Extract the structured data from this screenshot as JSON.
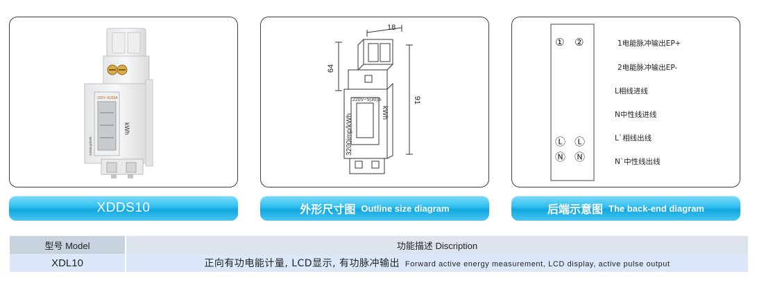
{
  "captions": {
    "product": "XDDS10",
    "outline_zh": "外形尺寸图",
    "outline_en": "Outline size diagram",
    "back_zh": "后端示意图",
    "back_en": "The back-end diagram"
  },
  "product_photo": {
    "rating_label": "220V~5(30)A",
    "unit_label": "kWh",
    "constant_label": "3200imp/kWh"
  },
  "outline": {
    "dim_width": "18",
    "dim_top_height": "64",
    "dim_total_height": "91",
    "rating_label": "220V~5(30)A",
    "unit_label": "kWh",
    "constant_label": "3200imp/kWh"
  },
  "backend": {
    "terminals": [
      "①",
      "②",
      "Ⓛ",
      "Ⓛ",
      "Ⓝ",
      "Ⓝ"
    ],
    "labels": [
      "1电能脉冲输出EP+",
      "2电能脉冲输出EP-",
      "L相线进线",
      "N中性线进线",
      "L`相线出线",
      "N`中性线出线"
    ]
  },
  "spec_table": {
    "header_model": "型号 Model",
    "header_desc": "功能描述 Discription",
    "rows": [
      {
        "model": "XDL10",
        "desc_zh": "正向有功电能计量, LCD显示, 有功脉冲输出",
        "desc_en": "Forward active energy measurement, LCD display, active pulse output"
      }
    ]
  }
}
